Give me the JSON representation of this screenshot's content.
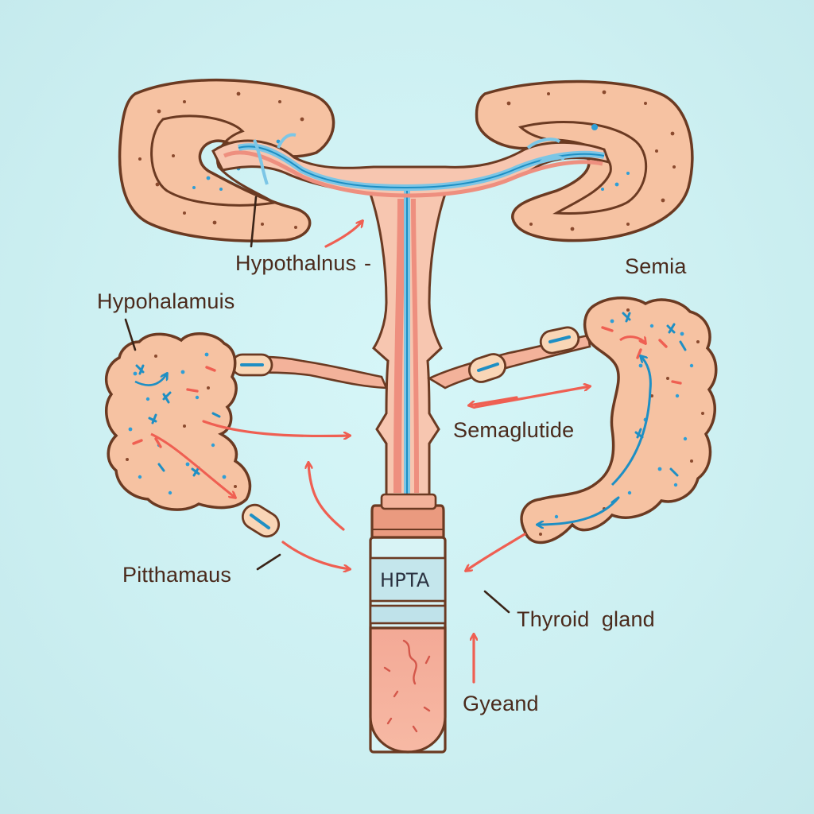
{
  "labels": {
    "hypothalnus": "Hypothalnus",
    "hypohalamuis": "Hypohalamuis",
    "semia": "Semia",
    "semaglutide": "Semaglutide",
    "pitthamaus": "Pitthamaus",
    "thyroid_gland": "Thyroid  gland",
    "gyeand": "Gyeand"
  },
  "vial": {
    "label": "HPTA"
  },
  "colors": {
    "tissue": "#f6c2a2",
    "outline": "#6b3a22",
    "vessel_red": "#ee8f7f",
    "vessel_blue": "#7cc6e6",
    "arrow": "#ef5f52",
    "background": "#cdf0f2"
  }
}
